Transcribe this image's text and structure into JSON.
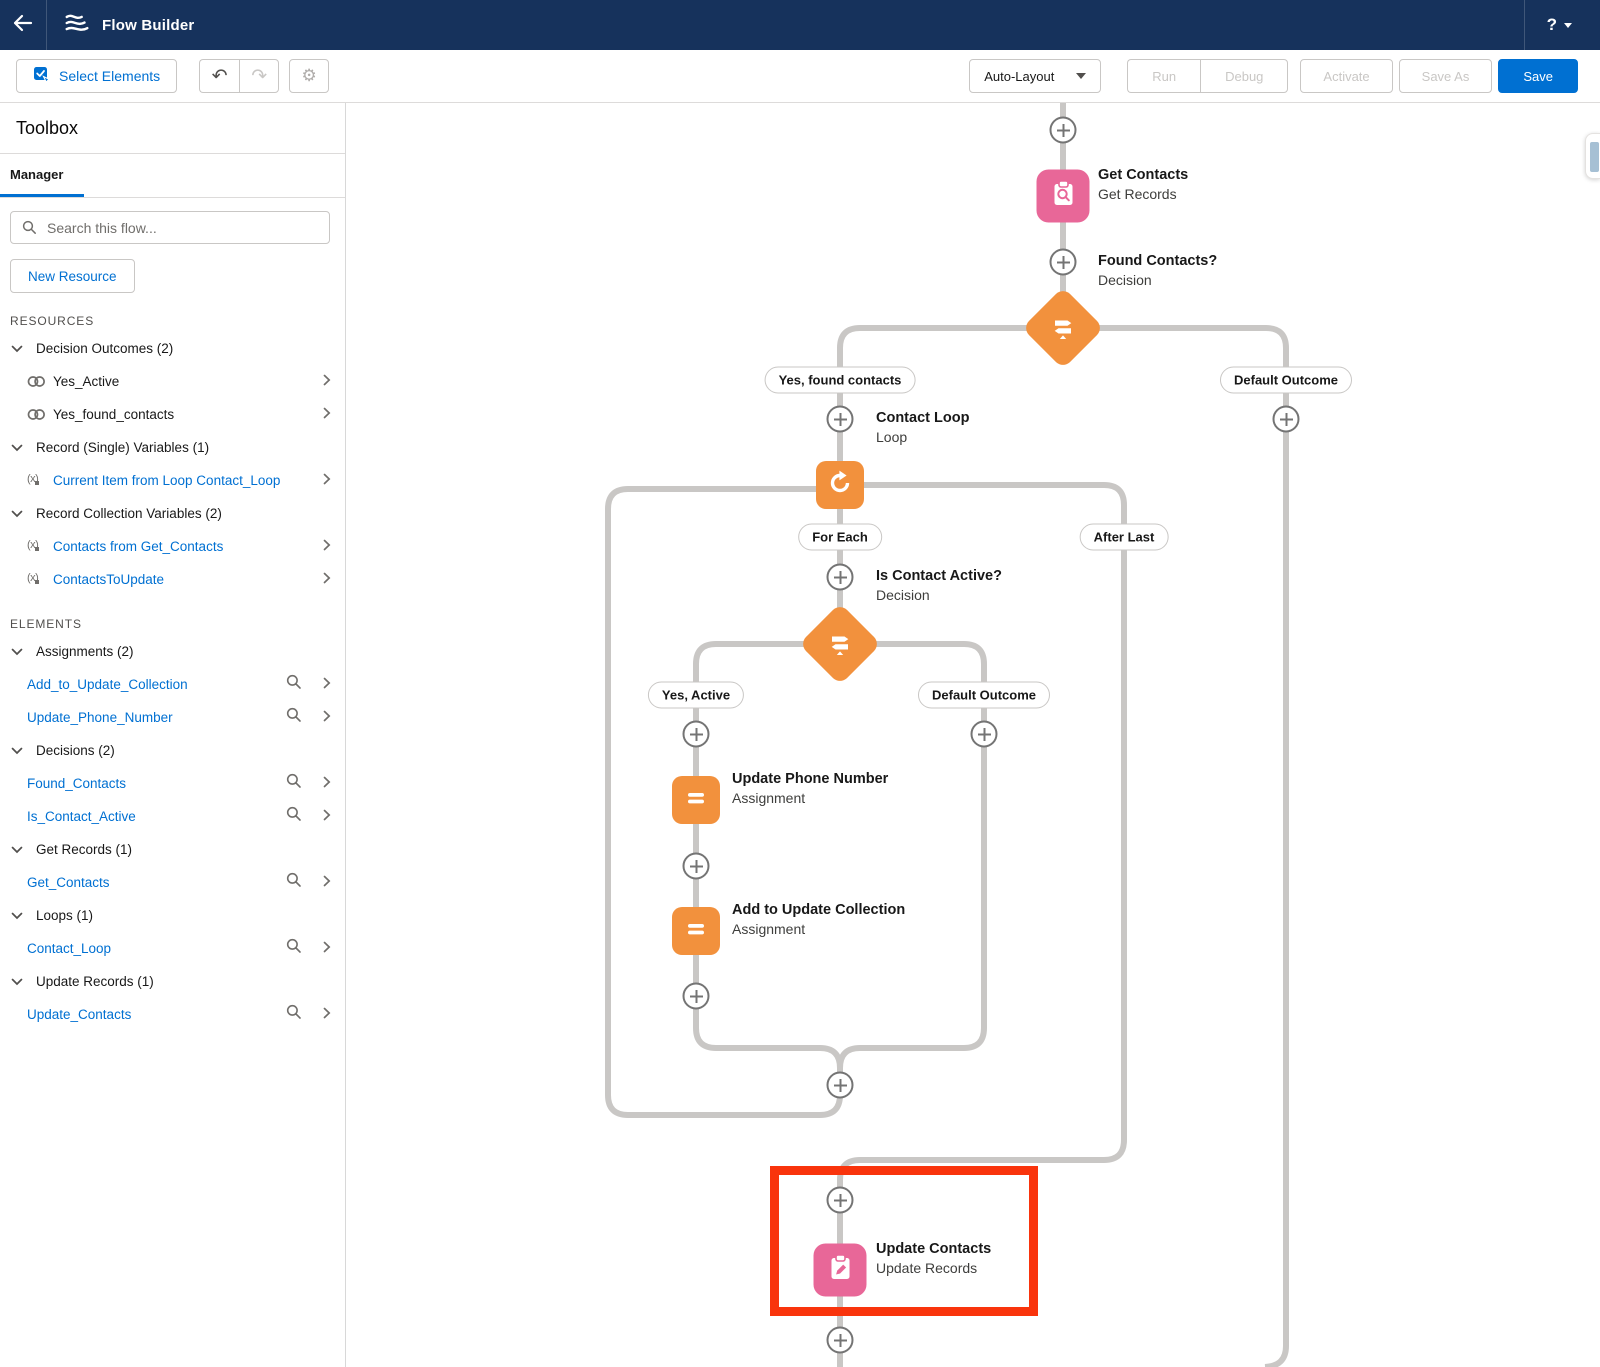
{
  "header": {
    "title": "Flow Builder",
    "help": "?"
  },
  "toolbar": {
    "select_elements": "Select Elements",
    "auto_layout": "Auto-Layout",
    "run": "Run",
    "debug": "Debug",
    "activate": "Activate",
    "save_as": "Save As",
    "save": "Save"
  },
  "toolbox": {
    "title": "Toolbox",
    "tab": "Manager",
    "search_placeholder": "Search this flow...",
    "new_resource": "New Resource",
    "resources_label": "RESOURCES",
    "elements_label": "ELEMENTS",
    "resource_groups": [
      {
        "label": "Decision Outcomes (2)",
        "items": [
          {
            "label": "Yes_Active"
          },
          {
            "label": "Yes_found_contacts"
          }
        ]
      },
      {
        "label": "Record (Single) Variables (1)",
        "items": [
          {
            "label": "Current Item from Loop Contact_Loop"
          }
        ]
      },
      {
        "label": "Record Collection Variables (2)",
        "items": [
          {
            "label": "Contacts from Get_Contacts"
          },
          {
            "label": "ContactsToUpdate"
          }
        ]
      }
    ],
    "element_groups": [
      {
        "label": "Assignments (2)",
        "items": [
          {
            "label": "Add_to_Update_Collection"
          },
          {
            "label": "Update_Phone_Number"
          }
        ]
      },
      {
        "label": "Decisions (2)",
        "items": [
          {
            "label": "Found_Contacts"
          },
          {
            "label": "Is_Contact_Active"
          }
        ]
      },
      {
        "label": "Get Records (1)",
        "items": [
          {
            "label": "Get_Contacts"
          }
        ]
      },
      {
        "label": "Loops (1)",
        "items": [
          {
            "label": "Contact_Loop"
          }
        ]
      },
      {
        "label": "Update Records (1)",
        "items": [
          {
            "label": "Update_Contacts"
          }
        ]
      }
    ]
  },
  "canvas": {
    "nodes": {
      "get_contacts": {
        "title": "Get Contacts",
        "subtitle": "Get Records"
      },
      "found_contacts": {
        "title": "Found Contacts?",
        "subtitle": "Decision"
      },
      "contact_loop": {
        "title": "Contact Loop",
        "subtitle": "Loop"
      },
      "is_contact_active": {
        "title": "Is Contact Active?",
        "subtitle": "Decision"
      },
      "update_phone_number": {
        "title": "Update Phone Number",
        "subtitle": "Assignment"
      },
      "add_to_update_collection": {
        "title": "Add to Update Collection",
        "subtitle": "Assignment"
      },
      "update_contacts": {
        "title": "Update Contacts",
        "subtitle": "Update Records"
      }
    },
    "branch_labels": {
      "yes_found_contacts": "Yes, found contacts",
      "default_outcome_top": "Default Outcome",
      "for_each": "For Each",
      "after_last": "After Last",
      "yes_active": "Yes, Active",
      "default_outcome_inner": "Default Outcome"
    }
  },
  "colors": {
    "header_navy": "#16325C",
    "accent_blue": "#0070D2",
    "flow_orange": "#F2913D",
    "flow_pink": "#E86798",
    "connector_gray": "#C9C7C5",
    "annotation_red": "#F9340C"
  }
}
